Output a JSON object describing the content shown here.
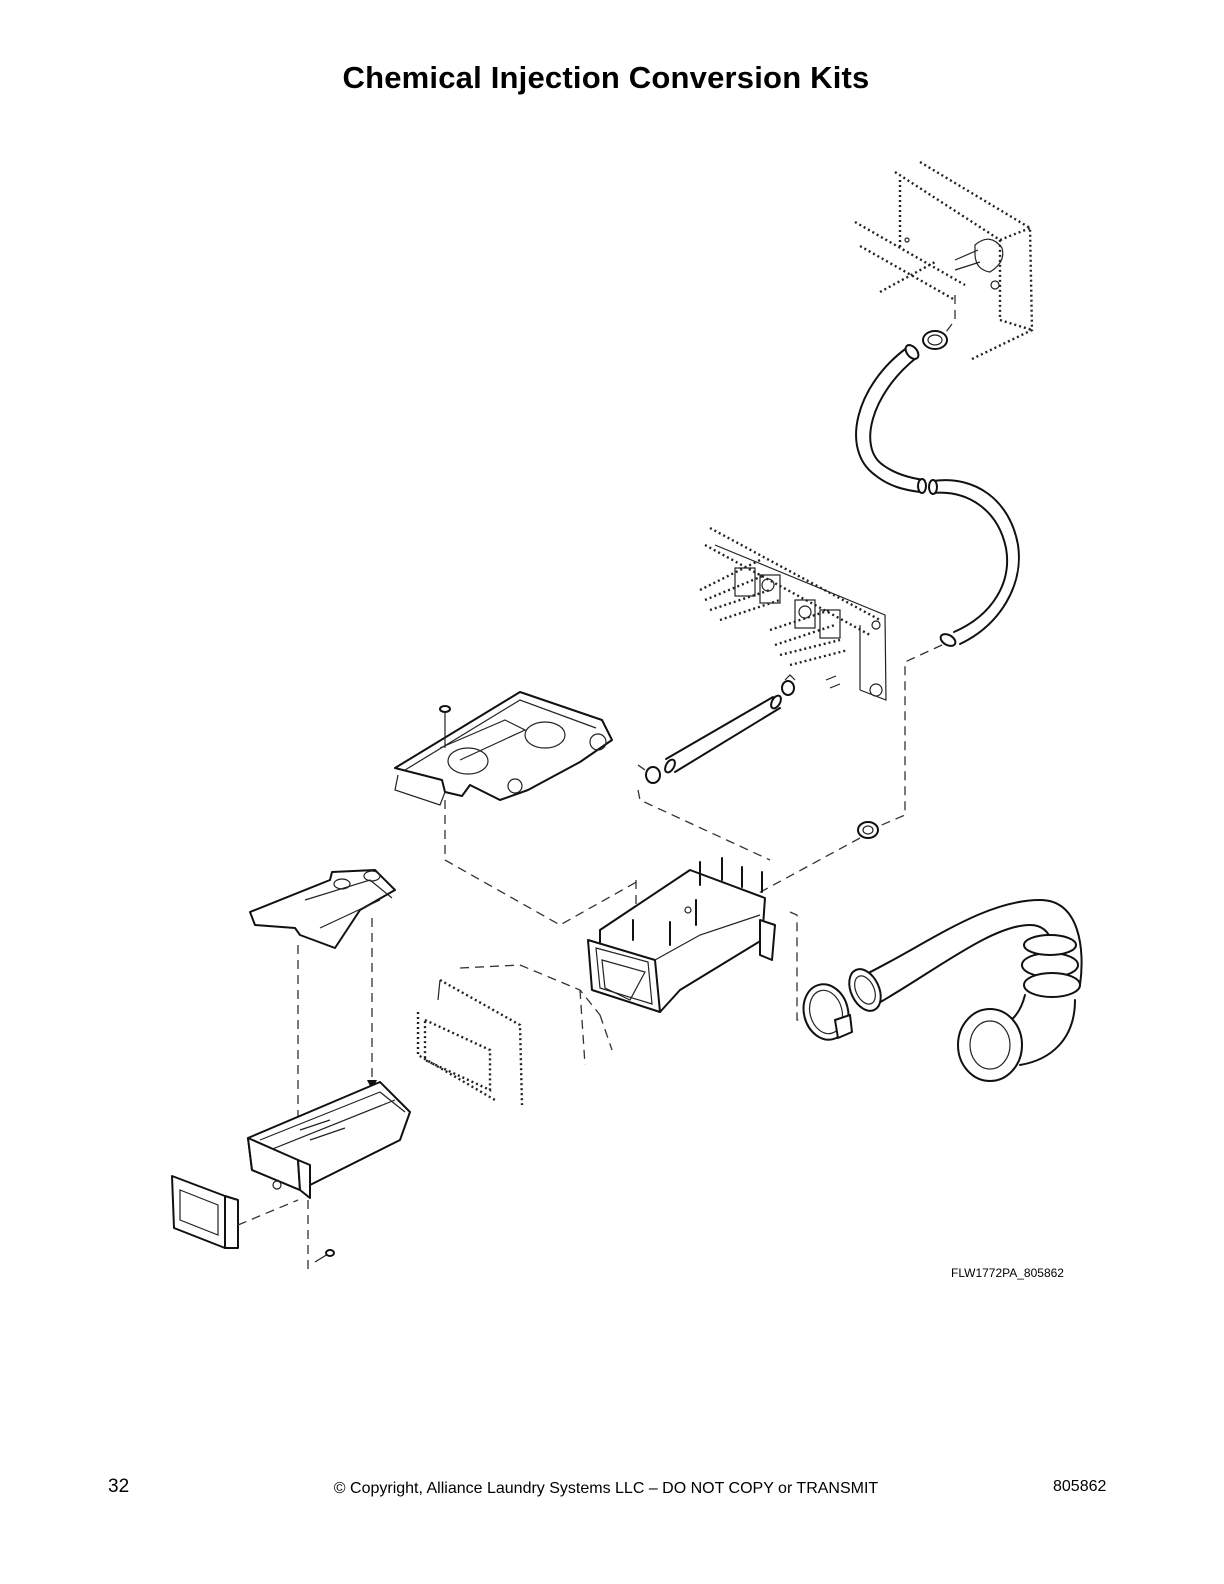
{
  "header": {
    "title": "Chemical Injection Conversion Kits"
  },
  "figure": {
    "code": "FLW1772PA_805862"
  },
  "footer": {
    "page_number": "32",
    "copyright": "© Copyright, Alliance Laundry Systems LLC – DO NOT COPY or TRANSMIT",
    "document_number": "805862"
  }
}
